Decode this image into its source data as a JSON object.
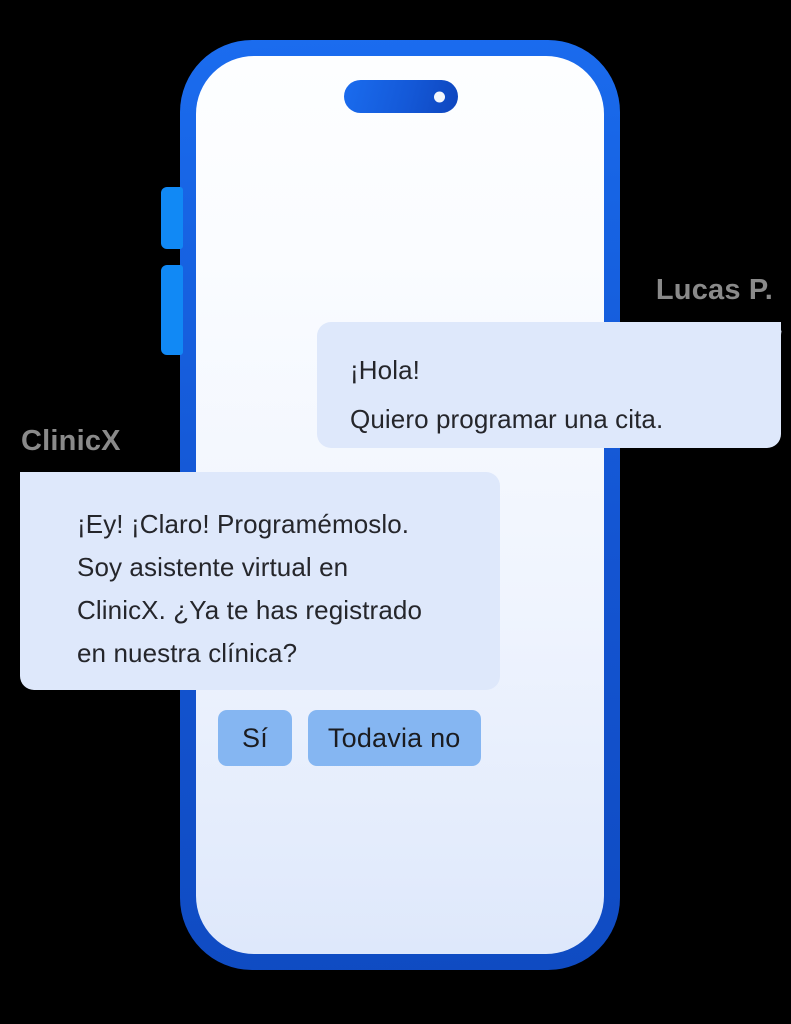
{
  "scene": {
    "title": "ClinicX chat mockup",
    "background_color": "#000000"
  },
  "device": {
    "name": "smartphone-mockup",
    "frame_color": "#1455D2",
    "frame_color_top": "#1B6CEF",
    "screen_gradient_from": "#FDFEFF",
    "screen_gradient_to": "#DEE8FB",
    "dynamic_island_color": "#1459D8",
    "camera_dot_color": "#F4F7FC",
    "side_buttons": [
      {
        "name": "volume-up-button",
        "color": "#1189F5"
      },
      {
        "name": "volume-down-button",
        "color": "#1189F5"
      }
    ]
  },
  "labels": {
    "user_name": "Lucas P.",
    "bot_name": "ClinicX",
    "color": "#8A8A8A"
  },
  "chat": {
    "bubble_color": "#DEE8FB",
    "text_color": "#25262B",
    "messages": [
      {
        "sender": "Lucas P.",
        "side": "right",
        "lines": [
          "¡Hola!",
          "Quiero programar una cita."
        ]
      },
      {
        "sender": "ClinicX",
        "side": "left",
        "lines": [
          "¡Ey! ¡Claro! Programémoslo.",
          "Soy asistente virtual en",
          "ClinicX. ¿Ya te has registrado",
          "en nuestra clínica?"
        ]
      }
    ],
    "quick_replies": [
      {
        "label": "Sí",
        "color": "#85B6F2"
      },
      {
        "label": "Todavia no",
        "color": "#85B6F2"
      }
    ]
  }
}
